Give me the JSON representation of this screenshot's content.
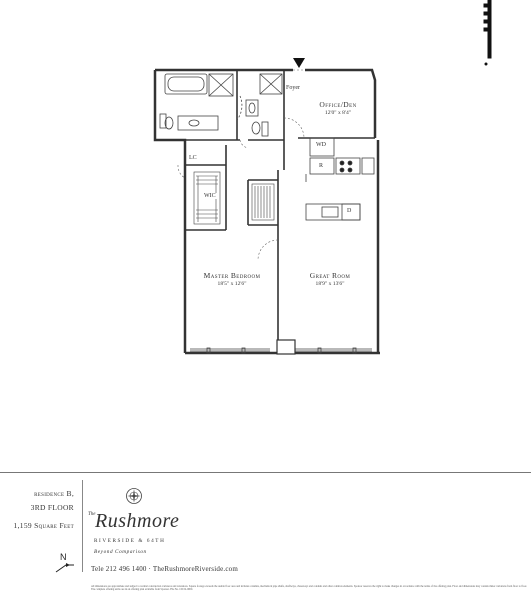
{
  "rooms": {
    "foyer": {
      "name": "Foyer"
    },
    "office_den": {
      "name": "Office/Den",
      "dims": "12'0\" x 8'4\""
    },
    "master_bedroom": {
      "name": "Master Bedroom",
      "dims": "18'5\" x 12'6\""
    },
    "great_room": {
      "name": "Great Room",
      "dims": "18'9\" x 13'6\""
    },
    "lc": {
      "name": "LC"
    },
    "wic": {
      "name": "WIC"
    },
    "wd": {
      "name": "WD"
    },
    "r": {
      "name": "R"
    },
    "d": {
      "name": "D"
    }
  },
  "residence": {
    "line1": "residence B,",
    "line2": "3RD FLOOR",
    "line3": "1,159 Square Feet"
  },
  "brand": {
    "the": "The",
    "name": "Rushmore",
    "subtitle": "RIVERSIDE & 64TH",
    "tagline": "Beyond Comparison"
  },
  "contact": "Tele 212 496 1400 · TheRushmoreRiverside.com",
  "compass": "N",
  "fine_print": "All dimensions are approximate and subject to normal construction variances and tolerances. Square footage exceeds the usable floor area and includes columns, mechanical pipe shafts, shaftways, chaseways and conduits and other common elements. Sponsor reserves the right to make changes in accordance with the terms of the offering plan. Floor and dimensions may contain minor variations from floor to floor. The complete offering terms are in an offering plan available from Sponsor. File No. CD 02-0000.",
  "colors": {
    "wall": "#333333",
    "line": "#555555",
    "text": "#333333"
  }
}
